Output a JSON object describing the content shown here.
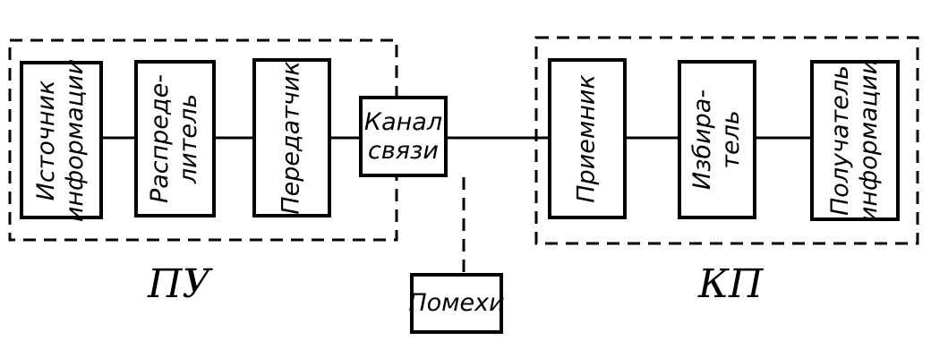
{
  "groups": {
    "pu": {
      "label": "ПУ"
    },
    "kp": {
      "label": "КП"
    }
  },
  "blocks": {
    "source": {
      "line1": "Источник",
      "line2": "информации"
    },
    "distributor": {
      "line1": "Распреде-",
      "line2": "литель"
    },
    "transmitter": {
      "line1": "Передатчик"
    },
    "channel": {
      "line1": "Канал",
      "line2": "связи"
    },
    "noise": {
      "line1": "Помехи"
    },
    "receiver": {
      "line1": "Приемник"
    },
    "selector": {
      "line1": "Избира-",
      "line2": "тель"
    },
    "recipient": {
      "line1": "Получатель",
      "line2": "информации"
    }
  }
}
